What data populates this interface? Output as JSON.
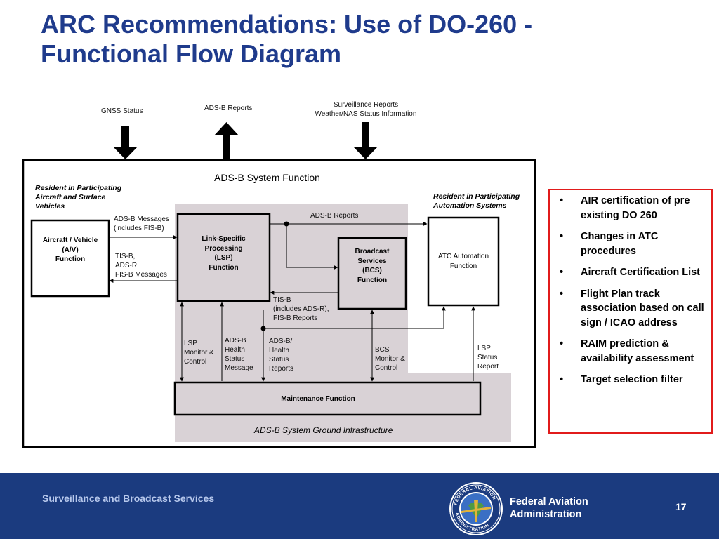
{
  "slide": {
    "title_line1": "ARC Recommendations: Use of DO-260 -",
    "title_line2": "Functional Flow Diagram"
  },
  "diagram": {
    "top_inputs": {
      "gnss_status": "GNSS Status",
      "adsb_reports": "ADS-B Reports",
      "surveillance_line1": "Surveillance Reports",
      "surveillance_line2": "Weather/NAS Status Information"
    },
    "system_function_title": "ADS-B System Function",
    "resident_aircraft": [
      "Resident in Participating",
      "Aircraft and Surface",
      "Vehicles"
    ],
    "resident_automation": [
      "Resident in Participating",
      "Automation Systems"
    ],
    "boxes": {
      "aircraft": [
        "Aircraft / Vehicle",
        "(A/V)",
        "Function"
      ],
      "lsp": [
        "Link-Specific",
        "Processing",
        "(LSP)",
        "Function"
      ],
      "bcs": [
        "Broadcast",
        "Services",
        "(BCS)",
        "Function"
      ],
      "atc": [
        "ATC Automation",
        "Function"
      ],
      "maintenance": "Maintenance Function"
    },
    "flow_labels": {
      "adsb_messages": [
        "ADS-B Messages",
        "(includes FIS-B)"
      ],
      "tis_messages": [
        "TIS-B,",
        "ADS-R,",
        "FIS-B Messages"
      ],
      "adsb_reports": "ADS-B Reports",
      "tisb_reports": [
        "TIS-B",
        "(includes ADS-R),",
        "FIS-B Reports"
      ],
      "lsp_monitor": [
        "LSP",
        "Monitor &",
        "Control"
      ],
      "adsb_health": [
        "ADS-B",
        "Health",
        "Status",
        "Message"
      ],
      "adsb_health_reports": [
        "ADS-B/",
        "Health",
        "Status",
        "Reports"
      ],
      "bcs_monitor": [
        "BCS",
        "Monitor &",
        "Control"
      ],
      "lsp_status": [
        "LSP",
        "Status",
        "Report"
      ]
    },
    "ground_infrastructure_label": "ADS-B System Ground Infrastructure"
  },
  "bullets": [
    "AIR certification of pre existing DO 260",
    "Changes in ATC procedures",
    "Aircraft Certification List",
    "Flight Plan track association based on call sign / ICAO address",
    "RAIM prediction & availability assessment",
    "Target selection filter"
  ],
  "bullet_char": "•",
  "footer": {
    "left_text": "Surveillance and Broadcast Services",
    "agency_line1": "Federal Aviation",
    "agency_line2": "Administration",
    "page_number": "17",
    "seal_text_top": "FEDERAL AVIATION",
    "seal_text_bottom": "ADMINISTRATION"
  },
  "colors": {
    "title": "#1f3b8c",
    "footer_bg": "#1b3b7f",
    "ground_fill": "#d9d2d6",
    "bullet_border": "#e11b1b"
  }
}
